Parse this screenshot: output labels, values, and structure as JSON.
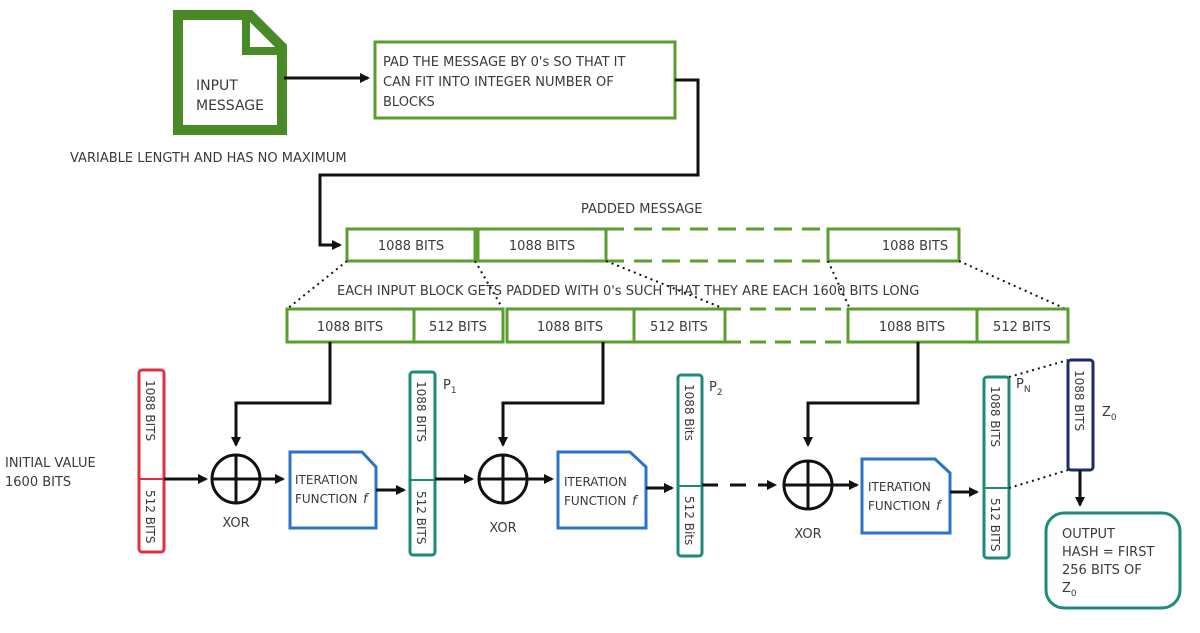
{
  "input_message": {
    "line1": "INPUT",
    "line2": "MESSAGE"
  },
  "input_note": "VARIABLE LENGTH AND HAS NO MAXIMUM",
  "pad_box": {
    "line1": "PAD THE MESSAGE BY 0's SO THAT IT",
    "line2": "CAN FIT INTO INTEGER NUMBER OF",
    "line3": "BLOCKS"
  },
  "padded_message_label": "PADDED MESSAGE",
  "block_label": "1088 BITS",
  "padding_label": "512 BITS",
  "block_padding_note": "EACH INPUT BLOCK GETS PADDED WITH 0's SUCH THAT THEY ARE EACH 1600 BITS LONG",
  "initial_value": {
    "line1": "INITIAL VALUE",
    "line2": "1600 BITS"
  },
  "xor_label": "XOR",
  "iteration": {
    "line1": "ITERATION",
    "line2": "FUNCTION",
    "f": "f"
  },
  "state_top_label": "1088 BITS",
  "state_top_label_alt": "1088 Bits",
  "state_bottom_label": "512 BITS",
  "state_bottom_label_alt": "512 Bits",
  "p_labels": {
    "p": "P",
    "s1": "1",
    "s2": "2",
    "sN": "N"
  },
  "z_label": {
    "z": "Z",
    "sub": "0"
  },
  "output": {
    "line1": "OUTPUT",
    "line2": "HASH = FIRST",
    "line3": "256 BITS OF",
    "line4": "Z",
    "sub": "0"
  },
  "colors": {
    "green": "#5a9e2e",
    "teal": "#1e8a7c",
    "blue": "#2b73c6",
    "navy": "#1e2a6e",
    "red": "#e03040",
    "dark_green": "#4a8a26"
  }
}
